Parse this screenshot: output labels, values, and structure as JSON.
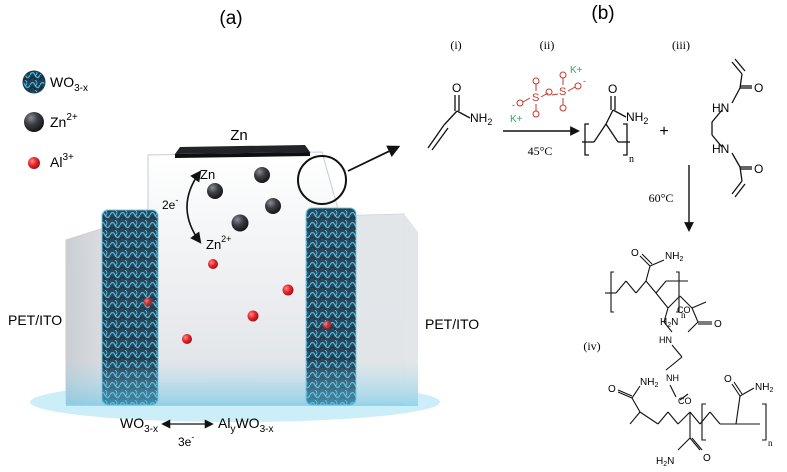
{
  "panels": {
    "a": "(a)",
    "b": "(b)"
  },
  "legend": {
    "wo3x": {
      "base": "WO",
      "sub": "3-x"
    },
    "zn2": {
      "base": "Zn",
      "sup": "2+"
    },
    "al3": {
      "base": "Al",
      "sup": "3+"
    }
  },
  "device": {
    "anode": "Zn",
    "zn_inside": "Zn",
    "electrons_2": {
      "base": "2e",
      "sup": "-"
    },
    "zn2_inside": {
      "base": "Zn",
      "sup": "2+"
    },
    "pet_left": "PET/ITO",
    "pet_right": "PET/ITO",
    "bottom_left": {
      "base": "WO",
      "sub": "3-x"
    },
    "bottom_right": {
      "base": "Al",
      "sub1": "y",
      "mid": "WO",
      "sub2": "3-x"
    },
    "electrons_3": {
      "base": "3e",
      "sup": "-"
    }
  },
  "chemistry": {
    "step_labels": [
      "(i)",
      "(ii)",
      "(iii)",
      "(iv)"
    ],
    "nh2": "NH",
    "nh2_sub": "2",
    "o": "O",
    "hn": "HN",
    "nh": "NH",
    "co": "CO",
    "h2n": "H",
    "h2n_sub": "2",
    "h2n_n": "N",
    "n_sub": "n",
    "kplus": "K+",
    "s": "S",
    "persulfate_minus": "-",
    "plus": "+",
    "temp1": "45°C",
    "temp2": "60°C"
  },
  "colors": {
    "red": "#c0392b",
    "green": "#27ae60",
    "ion_red": "#e8262b",
    "zn_dark": "#2b2d31",
    "wo3_blue": "#2f87a8"
  }
}
